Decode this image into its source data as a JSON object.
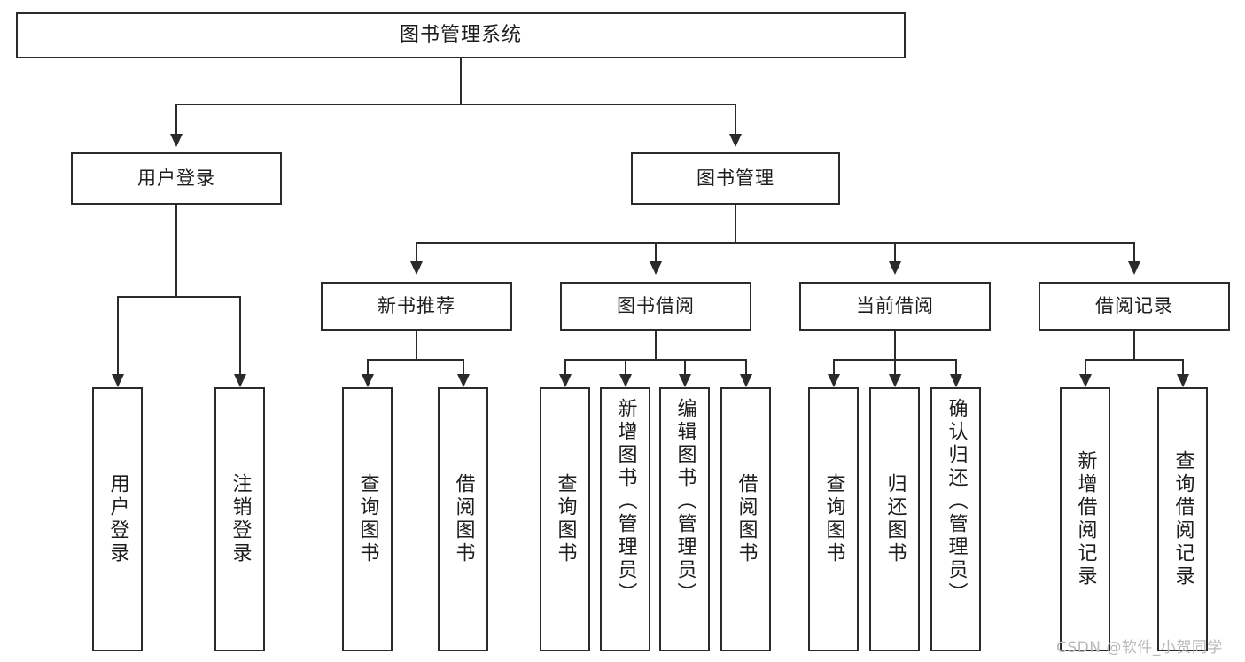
{
  "diagram": {
    "title": "图书管理系统",
    "type": "tree-structure-chart",
    "watermark": "CSDN @软件_小贺同学",
    "accent_color": "#2b2b2b",
    "background_color": "#ffffff",
    "root": {
      "label": "图书管理系统"
    },
    "level2": [
      {
        "id": "user-login",
        "label": "用户登录"
      },
      {
        "id": "book-manage",
        "label": "图书管理"
      }
    ],
    "level3": [
      {
        "id": "new-book-recommend",
        "label": "新书推荐",
        "parent": "book-manage"
      },
      {
        "id": "book-borrow",
        "label": "图书借阅",
        "parent": "book-manage"
      },
      {
        "id": "current-borrow",
        "label": "当前借阅",
        "parent": "book-manage"
      },
      {
        "id": "borrow-record",
        "label": "借阅记录",
        "parent": "book-manage"
      }
    ],
    "leaves": [
      {
        "id": "leaf-user-login",
        "label": "用户登录",
        "parent": "user-login"
      },
      {
        "id": "leaf-user-logout",
        "label": "注销登录",
        "parent": "user-login"
      },
      {
        "id": "leaf-query-book-1",
        "label": "查询图书",
        "parent": "new-book-recommend"
      },
      {
        "id": "leaf-borrow-book-1",
        "label": "借阅图书",
        "parent": "new-book-recommend"
      },
      {
        "id": "leaf-query-book-2",
        "label": "查询图书",
        "parent": "book-borrow"
      },
      {
        "id": "leaf-add-book-admin",
        "label": "新增图书（管理员）",
        "parent": "book-borrow"
      },
      {
        "id": "leaf-edit-book-admin",
        "label": "编辑图书（管理员）",
        "parent": "book-borrow"
      },
      {
        "id": "leaf-borrow-book-2",
        "label": "借阅图书",
        "parent": "book-borrow"
      },
      {
        "id": "leaf-query-book-3",
        "label": "查询图书",
        "parent": "current-borrow"
      },
      {
        "id": "leaf-return-book",
        "label": "归还图书",
        "parent": "current-borrow"
      },
      {
        "id": "leaf-confirm-return-admin",
        "label": "确认归还（管理员）",
        "parent": "current-borrow"
      },
      {
        "id": "leaf-add-borrow-record",
        "label": "新增借阅记录",
        "parent": "borrow-record"
      },
      {
        "id": "leaf-query-borrow-record",
        "label": "查询借阅记录",
        "parent": "borrow-record"
      }
    ]
  }
}
